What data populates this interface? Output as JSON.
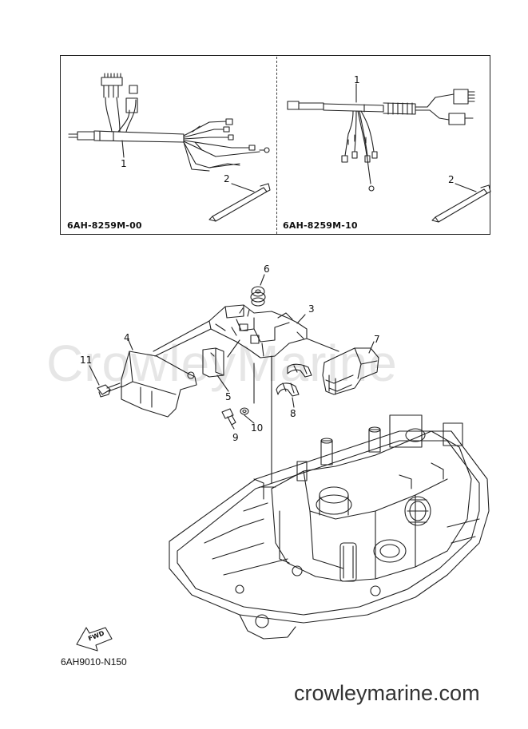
{
  "watermark": "CrowleyMarine",
  "site_url": "crowleymarine.com",
  "figure_code": "6AH9010-N150",
  "fwd_label": "FWD",
  "kits": [
    {
      "code": "6AH-8259M-00"
    },
    {
      "code": "6AH-8259M-10"
    }
  ],
  "callouts": {
    "kit_a_harness": "1",
    "kit_a_tie": "2",
    "kit_b_harness": "1",
    "kit_b_tie": "2",
    "part_3": "3",
    "part_4": "4",
    "part_5": "5",
    "part_6": "6",
    "part_7": "7",
    "part_8": "8",
    "part_9": "9",
    "part_10": "10",
    "part_11": "11"
  }
}
